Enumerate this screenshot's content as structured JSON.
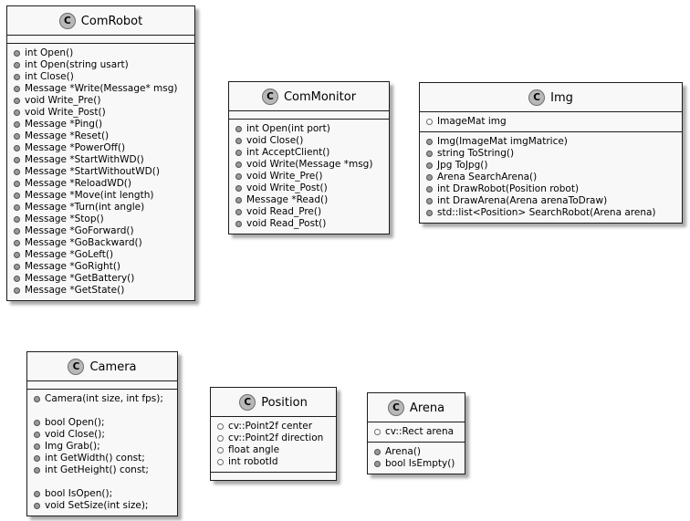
{
  "diagram_type": "uml-class-diagram",
  "stereotype_letter": "C",
  "palette": {
    "box_fill": "#F8F8F8",
    "border": "#1C1C1C",
    "circle_fill": "#B8B8B8",
    "circle_border": "#6E6E6E",
    "shadow": "#ABABAB",
    "text": "#000000",
    "method_dot_fill": "#9A9A9A",
    "field_dot_fill": "#FFFFFF"
  },
  "classes": [
    {
      "name": "ComRobot",
      "compartments": [
        {
          "type": "fields",
          "items": []
        },
        {
          "type": "methods",
          "items": [
            "int Open()",
            "int Open(string usart)",
            "int Close()",
            "Message *Write(Message* msg)",
            "void Write_Pre()",
            "void Write_Post()",
            "Message *Ping()",
            "Message *Reset()",
            "Message *PowerOff()",
            "Message *StartWithWD()",
            "Message *StartWithoutWD()",
            "Message *ReloadWD()",
            "Message *Move(int length)",
            "Message *Turn(int angle)",
            "Message *Stop()",
            "Message *GoForward()",
            "Message *GoBackward()",
            "Message *GoLeft()",
            "Message *GoRight()",
            "Message *GetBattery()",
            "Message *GetState()"
          ]
        }
      ]
    },
    {
      "name": "ComMonitor",
      "compartments": [
        {
          "type": "fields",
          "items": []
        },
        {
          "type": "methods",
          "items": [
            "int Open(int port)",
            "void Close()",
            "int AcceptClient()",
            "void Write(Message *msg)",
            "void Write_Pre()",
            "void Write_Post()",
            "Message *Read()",
            "void Read_Pre()",
            "void Read_Post()"
          ]
        }
      ]
    },
    {
      "name": "Img",
      "compartments": [
        {
          "type": "fields",
          "items": [
            "ImageMat img"
          ]
        },
        {
          "type": "methods",
          "items": [
            "Img(ImageMat imgMatrice)",
            "string ToString()",
            "Jpg ToJpg()",
            "Arena SearchArena()",
            "int DrawRobot(Position robot)",
            "int DrawArena(Arena arenaToDraw)",
            "std::list<Position> SearchRobot(Arena arena)"
          ]
        }
      ]
    },
    {
      "name": "Camera",
      "compartments": [
        {
          "type": "fields",
          "items": []
        },
        {
          "type": "methods",
          "items": [
            "Camera(int size, int fps);",
            "",
            "bool Open();",
            "void Close();",
            "Img Grab();",
            "int GetWidth() const;",
            "int GetHeight() const;",
            "",
            "bool IsOpen();",
            "void SetSize(int size);"
          ]
        }
      ]
    },
    {
      "name": "Position",
      "compartments": [
        {
          "type": "fields",
          "items": [
            "cv::Point2f center",
            "cv::Point2f direction",
            "float angle",
            "int robotId"
          ]
        },
        {
          "type": "methods",
          "items": []
        }
      ]
    },
    {
      "name": "Arena",
      "compartments": [
        {
          "type": "fields",
          "items": [
            "cv::Rect arena"
          ]
        },
        {
          "type": "methods",
          "items": [
            "Arena()",
            "bool IsEmpty()"
          ]
        }
      ]
    }
  ]
}
